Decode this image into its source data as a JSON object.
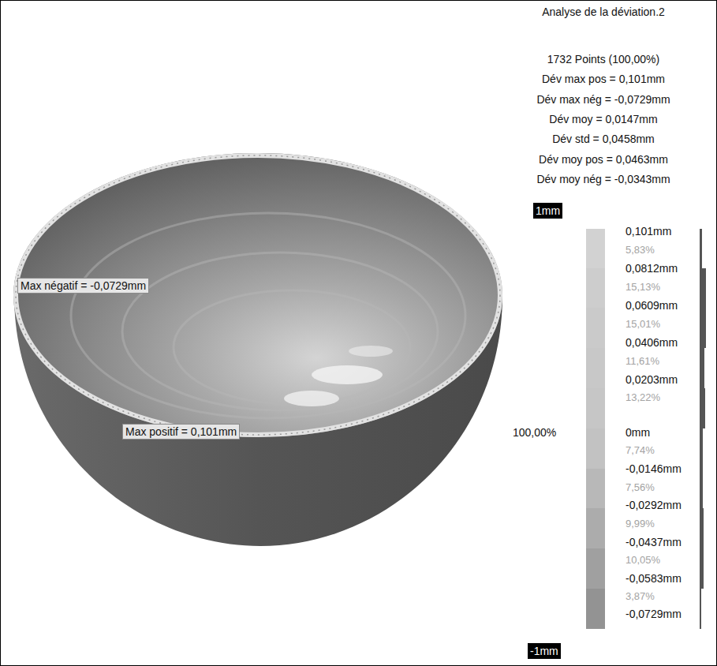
{
  "diagram": {
    "title": "Analyse de la déviation.2",
    "nodes": [
      {
        "text": [
          "Max négatif = -0,0729mm"
        ]
      },
      {
        "text": [
          "Max positif = 0,101mm"
        ]
      },
      {
        "text": [
          "1mm"
        ]
      },
      {
        "text": [
          "-1mm"
        ]
      }
    ],
    "labels": [
      "1732 Points (100,00%)",
      "Dév max pos = 0,101mm",
      "Dév max nég = -0,0729mm",
      "Dév moy = 0,0147mm",
      "Dév std = 0,0458mm",
      "Dév moy pos = 0,0463mm",
      "Dév moy nég = -0,0343mm",
      "100,00%",
      "0,101mm",
      "5,83%",
      "0,0812mm",
      "15,13%",
      "0,0609mm",
      "15,01%",
      "0,0406mm",
      "11,61%",
      "0,0203mm",
      "13,22%",
      "0mm",
      "7,74%",
      "-0,0146mm",
      "7,56%",
      "-0,0292mm",
      "9,99%",
      "-0,0437mm",
      "10,05%",
      "-0,0583mm",
      "3,87%",
      "-0,0729mm"
    ]
  }
}
